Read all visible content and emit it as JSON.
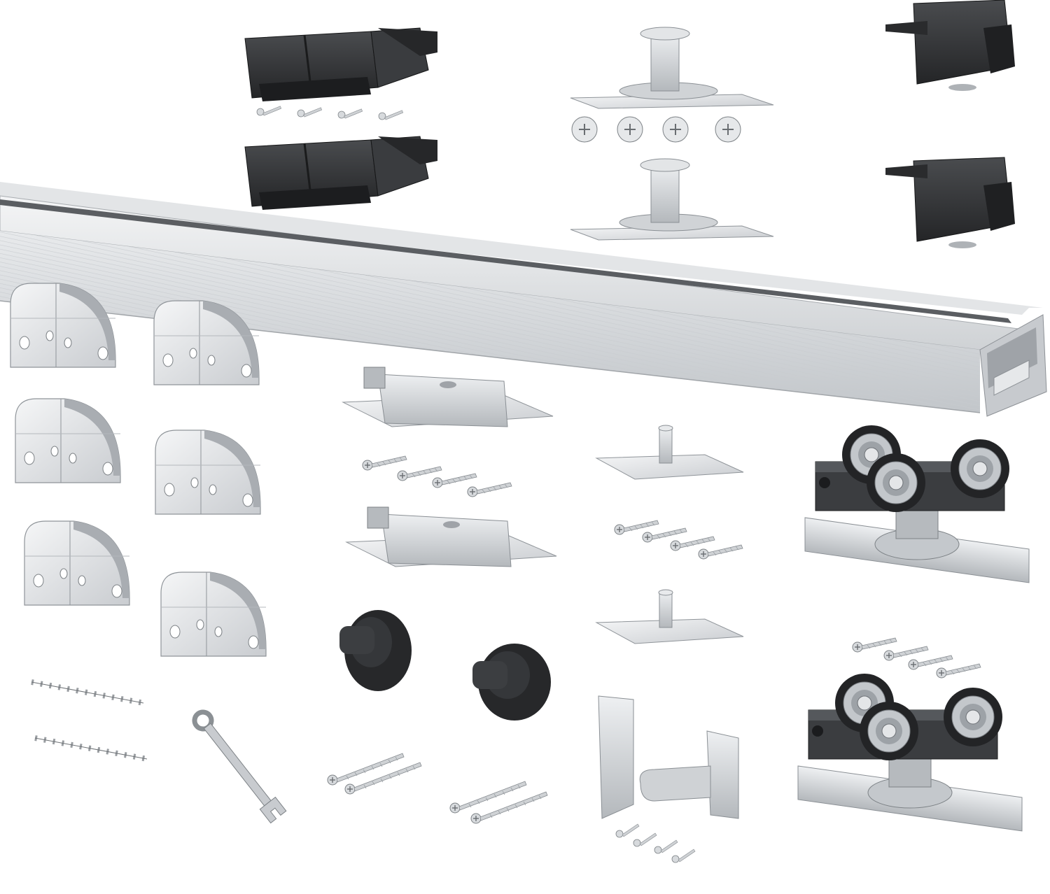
{
  "image": {
    "background": "#ffffff",
    "colors": {
      "aluminium": "#d9dbde",
      "aluminium_dark": "#9a9ea3",
      "aluminium_light": "#f2f3f4",
      "plastic_black": "#2e2f31",
      "plastic_black_light": "#4a4c4f",
      "zinc": "#c4c8cc",
      "zinc_dark": "#8a8f94",
      "rubber": "#1e1f21",
      "bearing": "#b9bdc1"
    },
    "components": [
      "track-rail",
      "top-stopper-pair",
      "bottom-guide-pair",
      "end-cap-pair",
      "side-cover-plates",
      "door-stop-catches",
      "floor-guide-pins",
      "roller-hangers",
      "knobs",
      "wall-bracket",
      "small-screws",
      "wrench"
    ]
  }
}
